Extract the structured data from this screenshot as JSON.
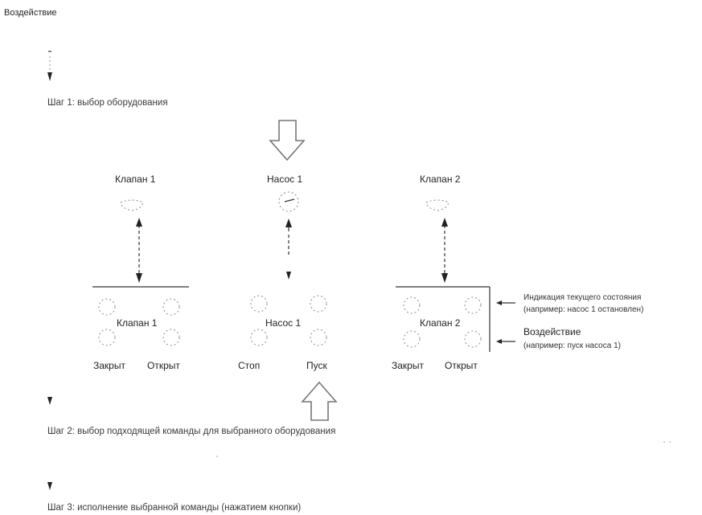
{
  "top_label": "Воздействие",
  "steps": {
    "step1": "Шаг 1: выбор оборудования",
    "step2": "Шаг 2: выбор подходящей команды для выбранного оборудования",
    "step3": "Шаг 3: исполнение выбранной команды (нажатием кнопки)"
  },
  "equipment": {
    "valve1": "Клапан 1",
    "pump1": "Насос 1",
    "valve2": "Клапан 2"
  },
  "panels": {
    "valve1": {
      "title": "Клапан 1",
      "left": "Закрыт",
      "right": "Открыт"
    },
    "pump1": {
      "title": "Насос 1",
      "left": "Стоп",
      "right": "Пуск"
    },
    "valve2": {
      "title": "Клапан 2",
      "left": "Закрыт",
      "right": "Открыт"
    }
  },
  "annotations": {
    "state_title": "Индикация текущего состояния",
    "state_example": "(например: насос 1 остановлен)",
    "action_title": "Воздействие",
    "action_example": "(например: пуск насоса 1)"
  }
}
